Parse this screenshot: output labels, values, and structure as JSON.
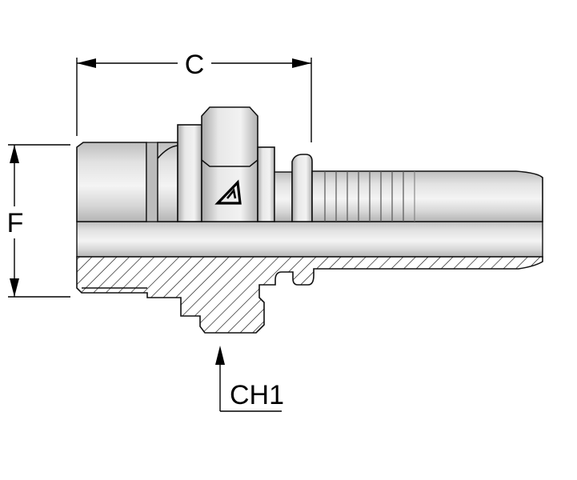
{
  "dimensions": {
    "c_label": "C",
    "f_label": "F",
    "ch1_label": "CH1"
  },
  "colors": {
    "metal_light": "#ececec",
    "metal_mid": "#c8c8c8",
    "metal_dark": "#9a9a9a",
    "outline": "#111111",
    "logo": "#000000"
  },
  "icons": {
    "brand_logo": "triangle-logo-icon"
  }
}
